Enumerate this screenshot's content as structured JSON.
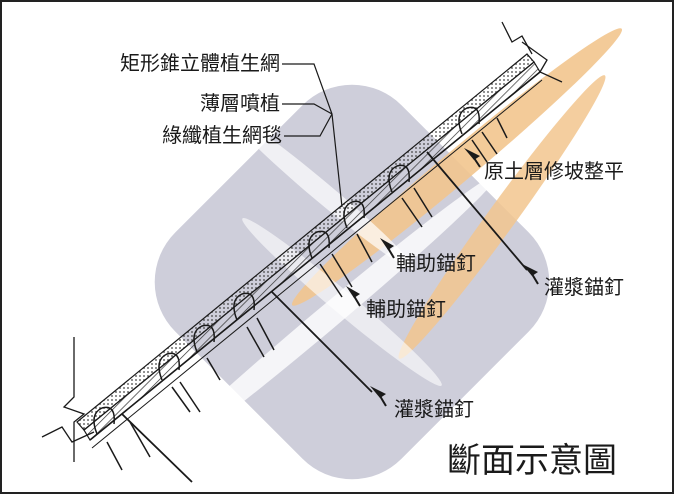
{
  "labels": {
    "geocell": "矩形錐立體植生網",
    "hydroseed": "薄層噴植",
    "blanket": "綠纖植生網毯",
    "subgrade": "原土層修坡整平",
    "aux_anchor_1": "輔助錨釘",
    "aux_anchor_2": "輔助錨釘",
    "grout_anchor_1": "灌漿錨釘",
    "grout_anchor_2": "灌漿錨釘"
  },
  "title": "斷面示意圖",
  "colors": {
    "watermark_gray": "#c9c9d6",
    "watermark_orange": "#f2c58e",
    "line": "#1a1a1a"
  }
}
